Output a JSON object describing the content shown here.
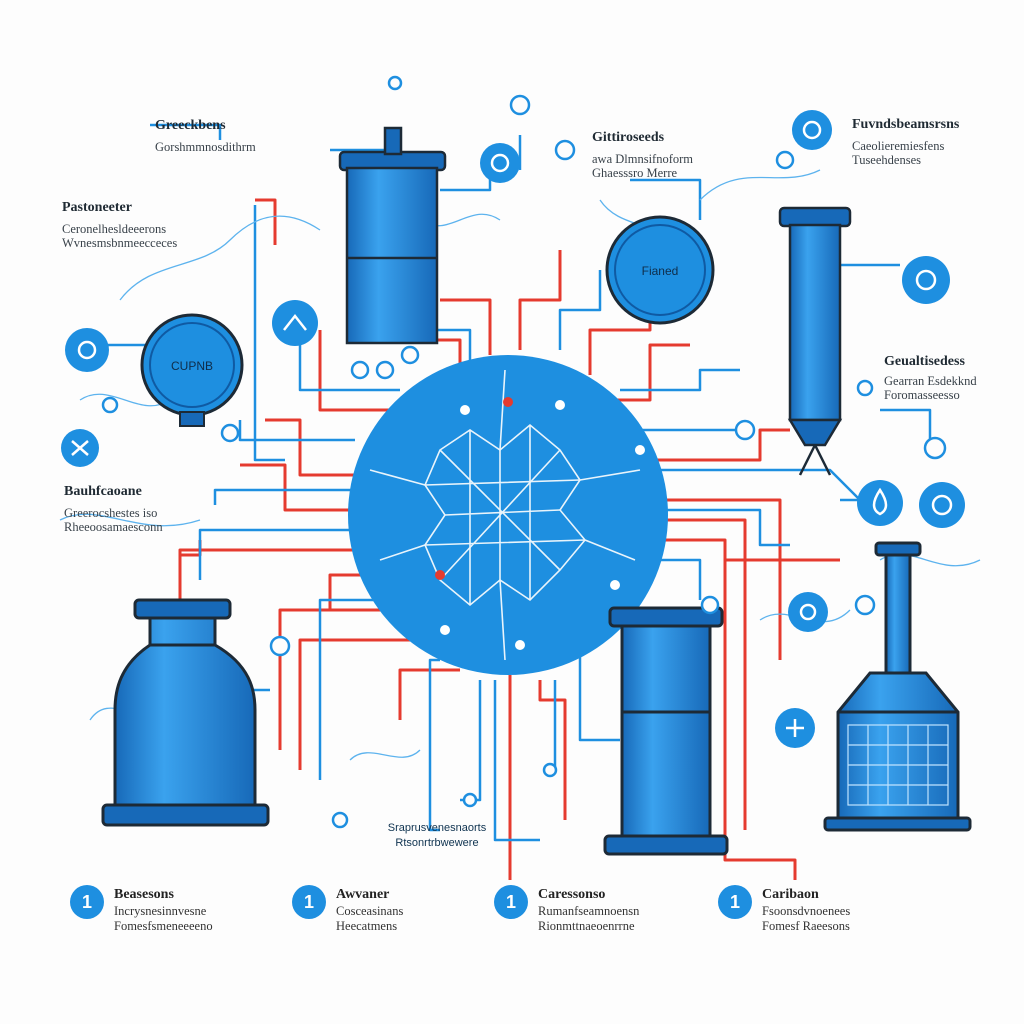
{
  "colors": {
    "primary_blue": "#1e8fe0",
    "dark_blue": "#1769b8",
    "line_red": "#e53b2f",
    "outline": "#1d2a36",
    "background": "#fdfdfd"
  },
  "labels": {
    "top_left": {
      "title": "Greeckbens",
      "subtitle": "Gorshmmnosdithrm"
    },
    "left_upper": {
      "title": "Pastoneeter",
      "line1": "Ceronelhesldeeerons",
      "line2": "Wvnesmsbnmeecceces"
    },
    "top_center": {
      "title": "Gittiroseeds",
      "line1": "awa Dlmnsifnoform",
      "line2": "Ghaesssro Merre"
    },
    "top_right": {
      "title": "Fuvndsbeamsrsns",
      "line1": "Caeolieremiesfens",
      "line2": "Tuseehdenses"
    },
    "right_middle": {
      "title": "Geualtisedess",
      "line1": "Gearran Esdekknd",
      "line2": "Foromasseesso"
    },
    "left_middle": {
      "title": "Bauhfcaoane",
      "line1": "Greerocshestes iso",
      "line2": "Rheeoosamaesconn"
    },
    "bottom_center": {
      "line1": "Sraprusvenesnaorts",
      "line2": "Rtsonrtrbwewere"
    }
  },
  "component_captions": {
    "left_sphere": "CUPNB",
    "right_sphere": "Fianed"
  },
  "footer": [
    {
      "number": "1",
      "title": "Beasesons",
      "line1": "Incrysnesinnvesne",
      "line2": "Fomesfsmeneeeeno"
    },
    {
      "number": "1",
      "title": "Awvaner",
      "line1": "Cosceasinans",
      "line2": "Heecatmens"
    },
    {
      "number": "1",
      "title": "Caressonso",
      "line1": "Rumanfseamnoensn",
      "line2": "Rionmttnaeoenrrne"
    },
    {
      "number": "1",
      "title": "Caribaon",
      "line1": "Fsoonsdvnoenees",
      "line2": "Fomesf Raeesons"
    }
  ]
}
